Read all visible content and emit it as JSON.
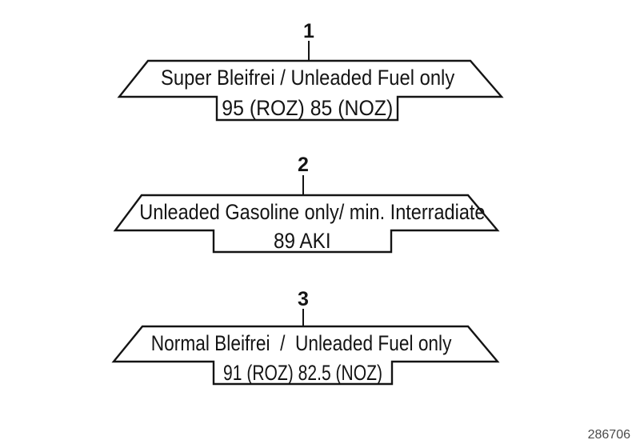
{
  "figure": {
    "doc_number": "286706",
    "labels": [
      {
        "callout": "1",
        "line1": "Super Bleifrei / Unleaded Fuel only",
        "line2": "95 (ROZ) 85 (NOZ)"
      },
      {
        "callout": "2",
        "line1": "Unleaded Gasoline only/ min. Interradiate",
        "line2": "89 AKI"
      },
      {
        "callout": "3",
        "line1": "Normal Bleifrei  /  Unleaded Fuel only",
        "line2": "91 (ROZ) 82.5 (NOZ)"
      }
    ],
    "colors": {
      "background": "#ffffff",
      "ink": "#141414",
      "doc_number": "#4a4a4a"
    }
  }
}
